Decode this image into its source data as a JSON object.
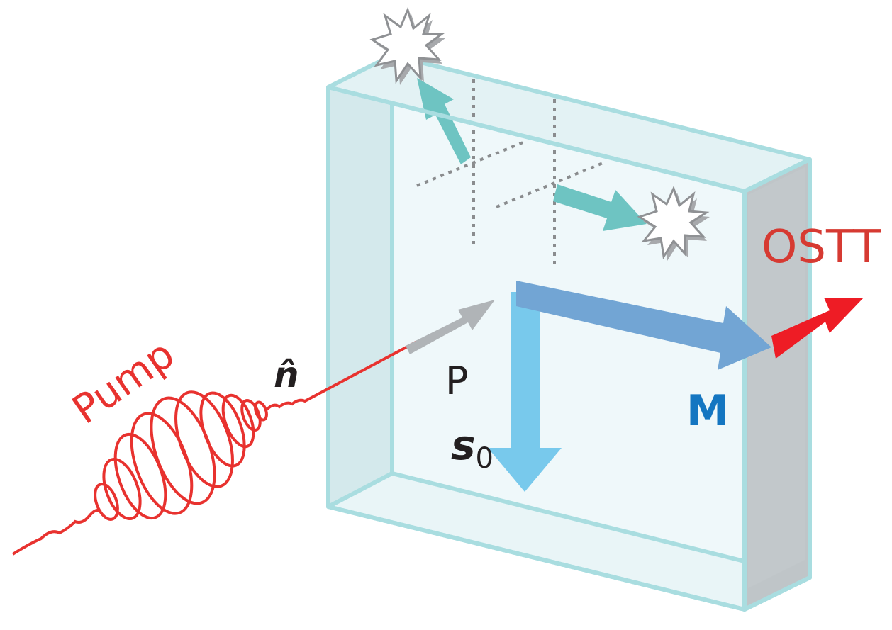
{
  "labels": {
    "pump": "Pump",
    "n_hat": "n̂",
    "p": "P",
    "s": "s",
    "s_subscript": "0",
    "m": "M",
    "ostt": "OSTT"
  },
  "colors": {
    "pump_red": "#e8322f",
    "ostt_red": "#d63a32",
    "ostt_arrow": "#ee1c25",
    "slab_edge": "#a9dde0",
    "slab_face": "#eef8fa",
    "slab_side": "#bfc5c8",
    "m_arrow": "#72a5d4",
    "m_label": "#1476c1",
    "s_arrow": "#78c9ec",
    "teal_arrow": "#6ec4c2",
    "p_arrow": "#b0b4b7",
    "text_dark": "#231f20"
  },
  "icons": [
    "burst-icon",
    "burst-icon"
  ]
}
